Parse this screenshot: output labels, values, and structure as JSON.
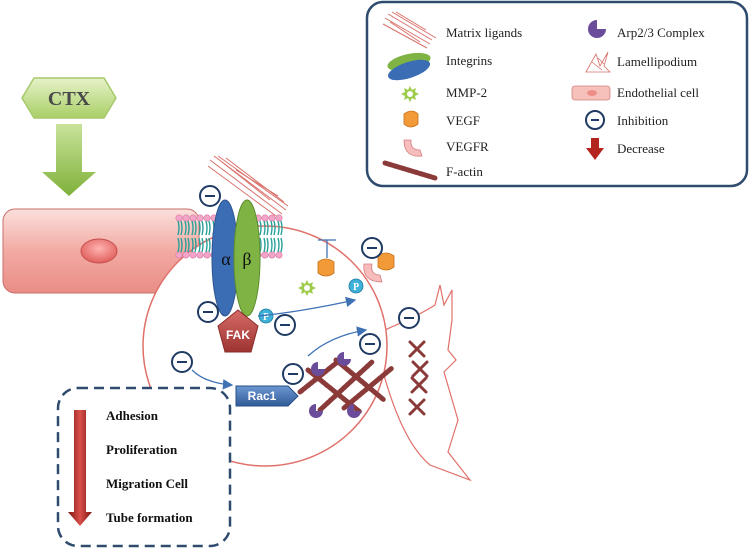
{
  "ctx_label": "CTX",
  "alpha_label": "α",
  "beta_label": "β",
  "fak_label": "FAK",
  "rac1_label": "Rac1",
  "p_label": "P",
  "inhibition_symbol": "-",
  "legend": {
    "matrix_ligands": "Matrix ligands",
    "integrins": "Integrins",
    "mmp2": "MMP-2",
    "vegf": "VEGF",
    "vegfr": "VEGFR",
    "factin": "F-actin",
    "arp23": "Arp2/3 Complex",
    "lamellipodium": "Lamellipodium",
    "endothelial": "Endothelial  cell",
    "inhibition": "Inhibition",
    "decrease": "Decrease"
  },
  "effects": [
    "Adhesion",
    "Proliferation",
    "Migration Cell",
    "Tube formation"
  ],
  "colors": {
    "ctx_green": "#c4df8a",
    "arrow_green": "#8cbf3f",
    "cell_pink": "#f3b9b3",
    "nucleus_pink": "#ee7a78",
    "alpha_blue": "#3b6db5",
    "beta_green": "#7fb445",
    "fak_red": "#c0504d",
    "rac1_blue": "#3f6fae",
    "factin_brown": "#8b3a3a",
    "arp_purple": "#6b4c9a",
    "legend_border": "#2f4b6e",
    "decrease_red": "#b3241f",
    "inhibition_blue": "#1f3b63"
  }
}
